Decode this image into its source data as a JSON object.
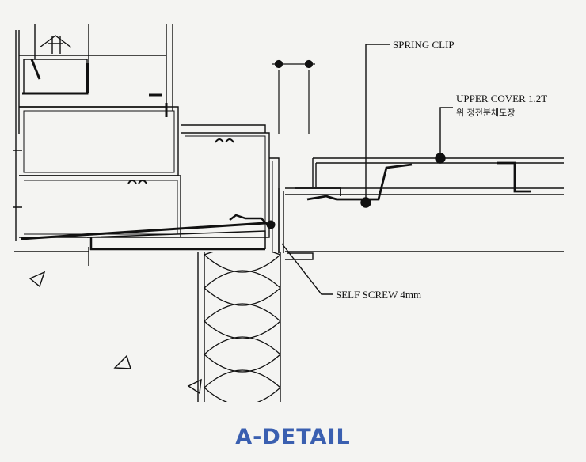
{
  "title": "A-DETAIL",
  "labels": {
    "spring_clip": "SPRING CLIP",
    "upper_cover": "UPPER COVER 1.2T",
    "upper_cover_note": "위 정전분체도장",
    "self_screw": "SELF SCREW 4mm"
  },
  "colors": {
    "line": "#111111",
    "title": "#3a5fb0",
    "paper": "#f4f4f2"
  }
}
